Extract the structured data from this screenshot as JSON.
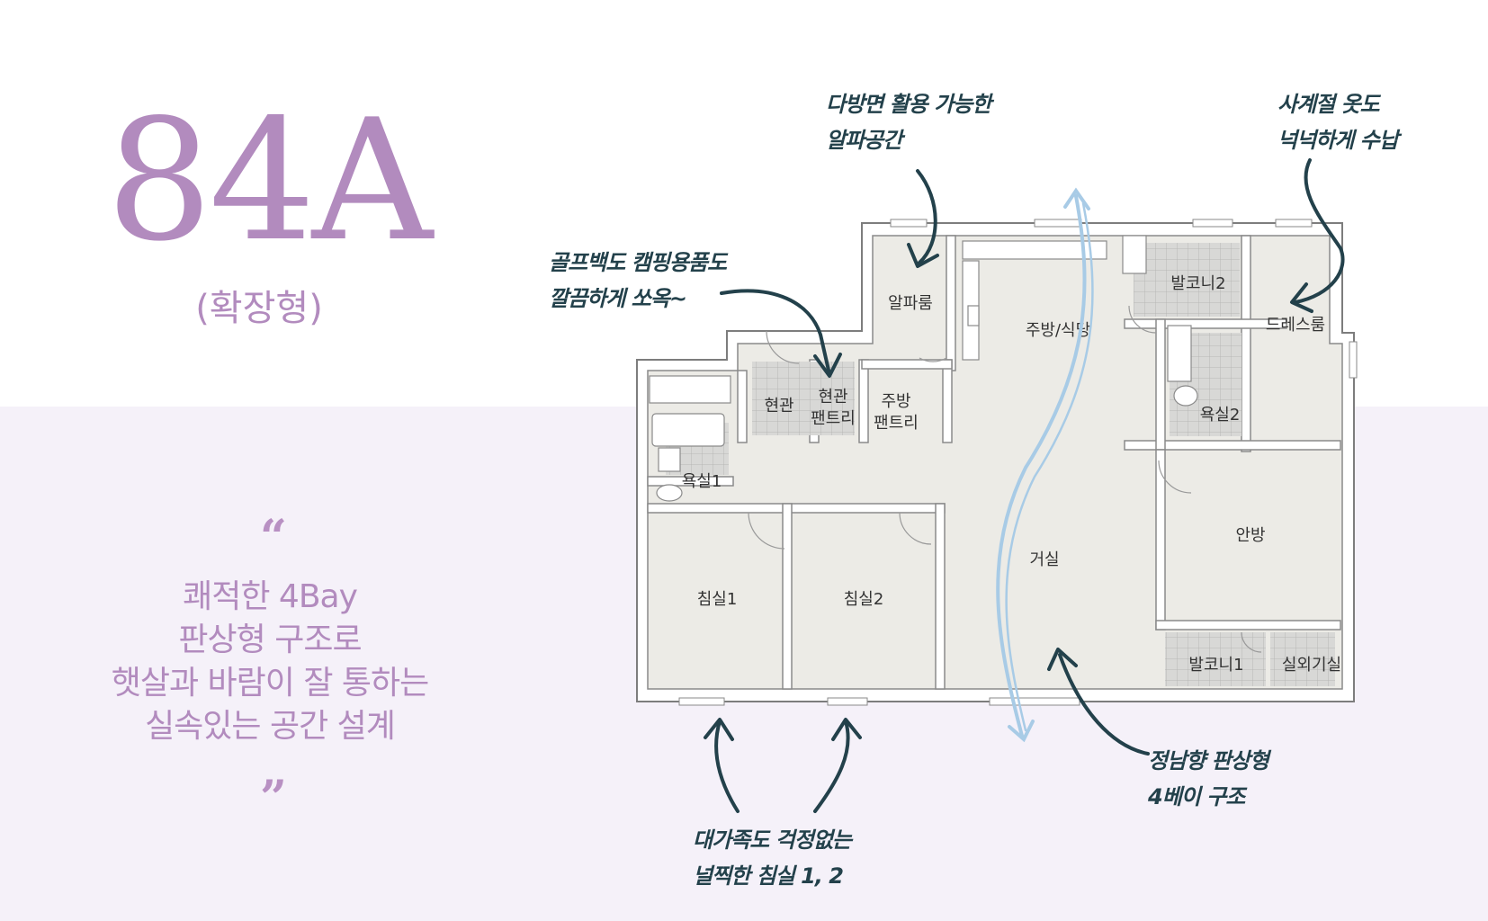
{
  "title": "84A",
  "subtitle": "(확장형)",
  "quote": {
    "open": "“",
    "close": "”",
    "lines": [
      "쾌적한 4Bay",
      "판상형 구조로",
      "햇살과 바람이 잘 통하는",
      "실속있는 공간 설계"
    ]
  },
  "rooms": {
    "alpha": "알파룸",
    "kitchen": "주방/식당",
    "balcony2": "발코니2",
    "dressroom": "드레스룸",
    "entrance": "현관",
    "entrance_pantry": [
      "현관",
      "팬트리"
    ],
    "kitchen_pantry": [
      "주방",
      "팬트리"
    ],
    "bath1": "욕실1",
    "bath2": "욕실2",
    "bedroom1": "침실1",
    "bedroom2": "침실2",
    "living": "거실",
    "master": "안방",
    "balcony1": "발코니1",
    "outdoor_unit": "실외기실"
  },
  "annotations": {
    "alpha": [
      "다방면 활용 가능한",
      "알파공간"
    ],
    "dress": [
      "사계절 옷도",
      "넉넉하게 수납"
    ],
    "pantry": [
      "골프백도 캠핑용품도",
      "깔끔하게 쏘옥~"
    ],
    "layout": [
      "정남향 판상형",
      "4베이 구조"
    ],
    "bedrooms": [
      "대가족도 걱정없는",
      "널찍한 침실 1, 2"
    ]
  },
  "colors": {
    "accent": "#b28bbe",
    "band": "#f5f1f9",
    "floor": "#ecebe6",
    "wall": "#ffffff",
    "wall_line": "#8a8a8a",
    "tile": "#d8d8d6",
    "arrow": "#23414b",
    "airflow": "#a8cbe6"
  },
  "icons": [
    "hand-drawn-arrow-icon",
    "airflow-arrow-icon",
    "door-swing-icon"
  ]
}
